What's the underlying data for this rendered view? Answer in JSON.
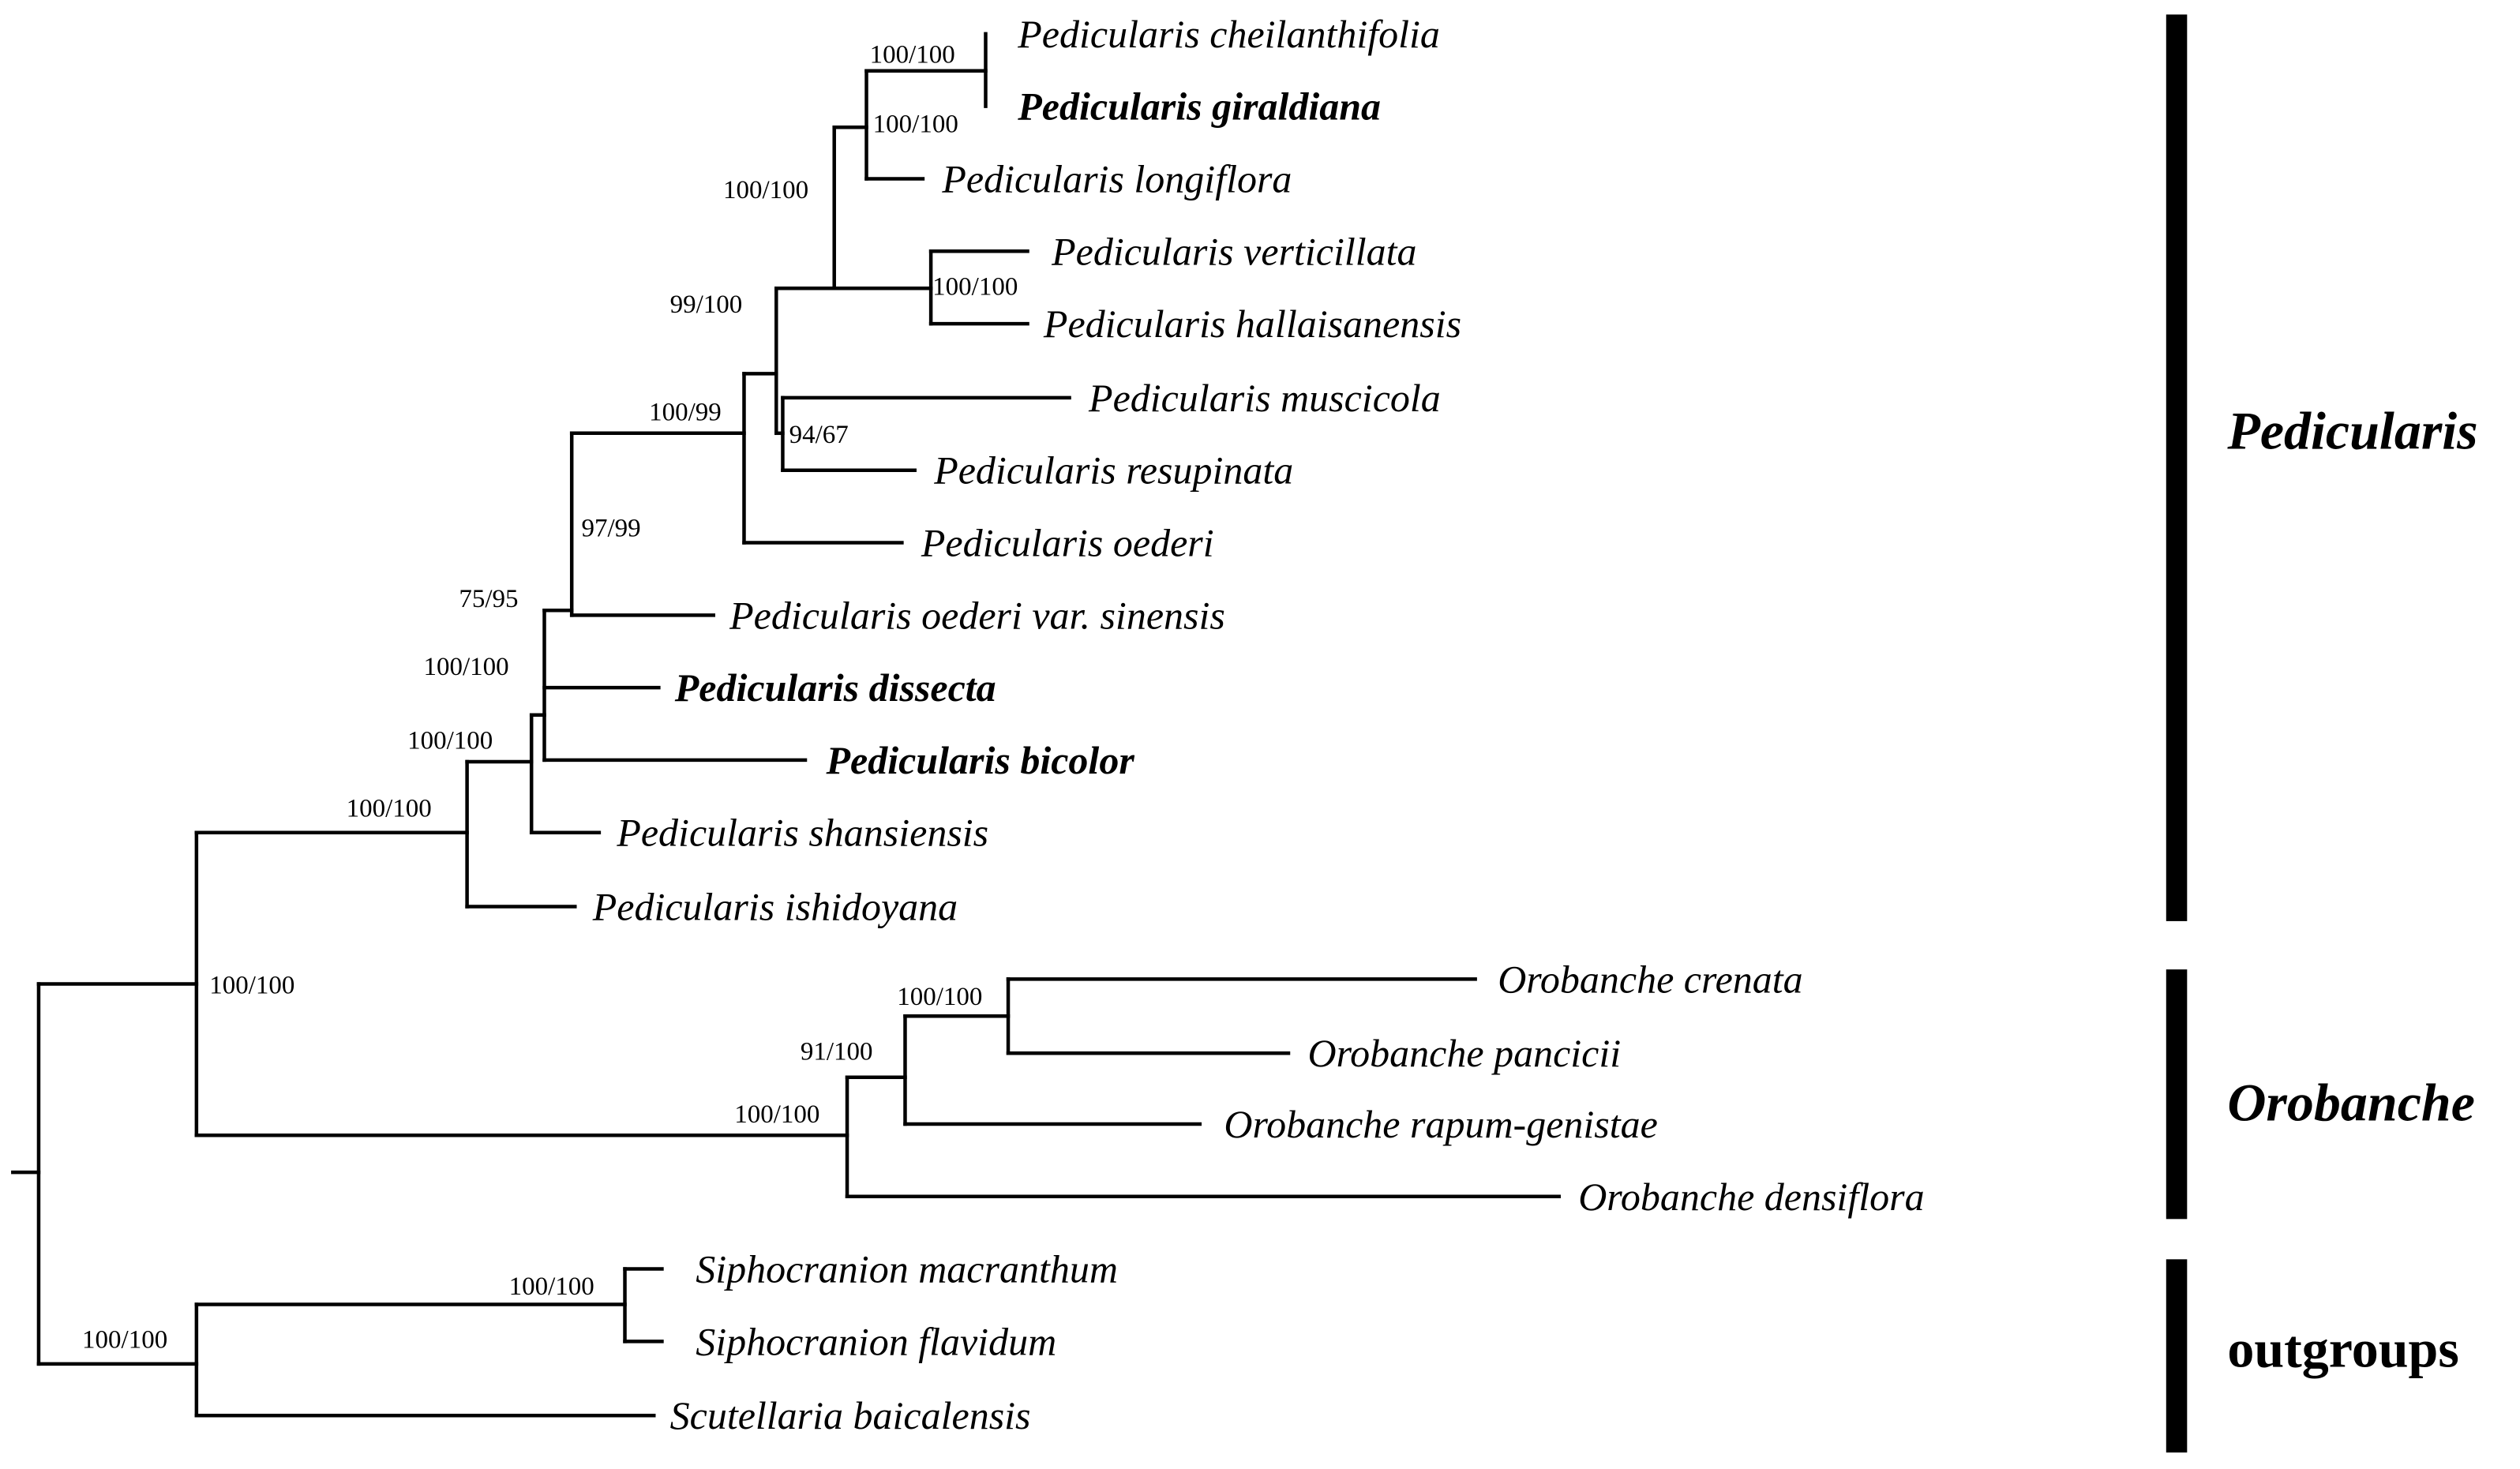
{
  "taxa": [
    {
      "label": "Pedicularis cheilanthifolia",
      "color": "#000000",
      "bold": false
    },
    {
      "label": "Pedicularis giraldiana",
      "color": "#2ec82e",
      "bold": true
    },
    {
      "label": "Pedicularis longiflora",
      "color": "#000000",
      "bold": false
    },
    {
      "label": "Pedicularis verticillata",
      "color": "#000000",
      "bold": false
    },
    {
      "label": "Pedicularis hallaisanensis",
      "color": "#000000",
      "bold": false
    },
    {
      "label": "Pedicularis muscicola",
      "color": "#000000",
      "bold": false
    },
    {
      "label": "Pedicularis resupinata",
      "color": "#000000",
      "bold": false
    },
    {
      "label": "Pedicularis oederi",
      "color": "#000000",
      "bold": false
    },
    {
      "label": "Pedicularis oederi var. sinensis",
      "color": "#000000",
      "bold": false
    },
    {
      "label": "Pedicularis dissecta",
      "color": "#d83a5a",
      "bold": true
    },
    {
      "label": "Pedicularis bicolor",
      "color": "#29a8dc",
      "bold": true
    },
    {
      "label": "Pedicularis shansiensis",
      "color": "#000000",
      "bold": false
    },
    {
      "label": "Pedicularis ishidoyana",
      "color": "#000000",
      "bold": false
    },
    {
      "label": "Orobanche crenata",
      "color": "#000000",
      "bold": false
    },
    {
      "label": "Orobanche pancicii",
      "color": "#000000",
      "bold": false
    },
    {
      "label": "Orobanche rapum-genistae",
      "color": "#000000",
      "bold": false
    },
    {
      "label": "Orobanche densiflora",
      "color": "#000000",
      "bold": false
    },
    {
      "label": "Siphocranion macranthum",
      "color": "#000000",
      "bold": false
    },
    {
      "label": "Siphocranion flavidum",
      "color": "#000000",
      "bold": false
    },
    {
      "label": "Scutellaria baicalensis",
      "color": "#000000",
      "bold": false
    }
  ],
  "support_values": [
    "100/100",
    "100/100",
    "100/100",
    "100/100",
    "99/100",
    "100/99",
    "94/67",
    "97/99",
    "75/95",
    "100/100",
    "100/100",
    "100/100",
    "100/100",
    "100/100",
    "91/100",
    "100/100",
    "100/100",
    "100/100"
  ],
  "groups": [
    {
      "label": "Pedicularis",
      "italic": true
    },
    {
      "label": "Orobanche",
      "italic": true
    },
    {
      "label": "outgroups",
      "italic": false
    }
  ]
}
